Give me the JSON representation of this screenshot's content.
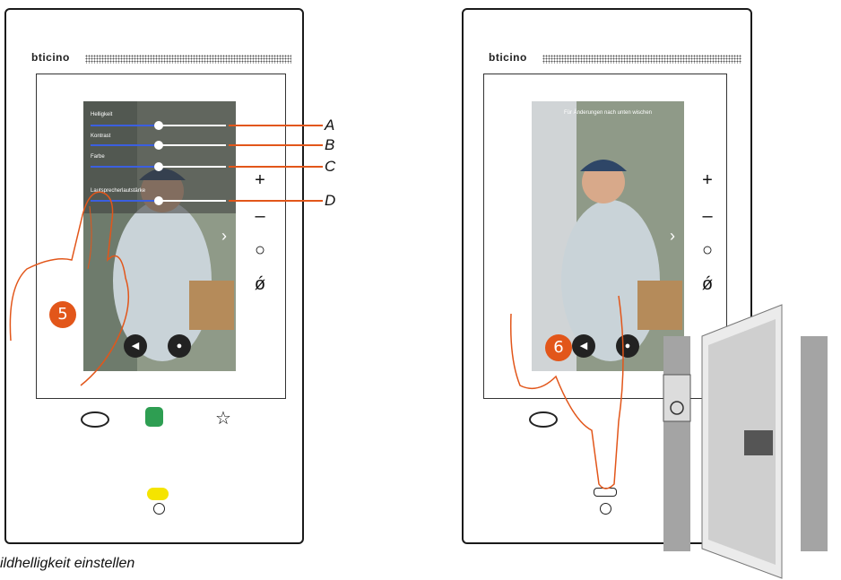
{
  "brand": "bticino",
  "left_panel": {
    "sliders": [
      {
        "label": "Helligkeit",
        "callout": "A",
        "level": 0.55
      },
      {
        "label": "Kontrast",
        "callout": "B",
        "level": 0.5
      },
      {
        "label": "Farbe",
        "callout": "C",
        "level": 0.5
      },
      {
        "label": "Lautsprecherlautstärke",
        "callout": "D",
        "level": 0.5
      }
    ],
    "step": "5",
    "caption": "ildhelligkeit einstellen"
  },
  "right_panel": {
    "hint": "Für Änderungen nach unten wischen",
    "step": "6"
  },
  "side_keys": [
    "+",
    "–",
    "○",
    "ǿ"
  ],
  "colors": {
    "accent": "#e2561a",
    "call_green": "#2e9e52",
    "key_yellow": "#f5e400",
    "door_grey": "#a4a4a4"
  }
}
